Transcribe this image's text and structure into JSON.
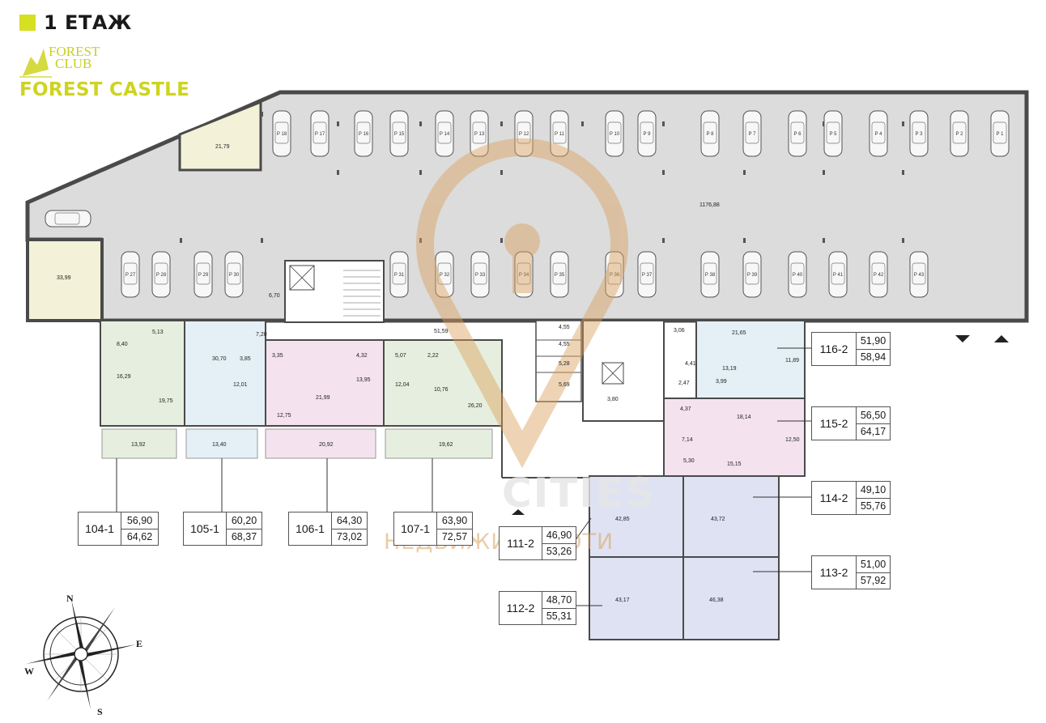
{
  "header": {
    "floor_title": "1 ЕТАЖ",
    "accent_color": "#d7df23"
  },
  "logo": {
    "line1": "FOREST",
    "line2": "CLUB",
    "brand": "FOREST CASTLE"
  },
  "parking": {
    "main_area": "1176,88",
    "corner_room_area": "21,79",
    "left_room_area": "33,99",
    "top_row_spots": [
      "Р 18",
      "Р 17",
      "Р 16",
      "Р 15",
      "Р 14",
      "Р 13",
      "Р 12",
      "Р 11",
      "Р 10",
      "Р 9",
      "Р 8",
      "Р 7",
      "Р 6",
      "Р 5",
      "Р 4",
      "Р 3",
      "Р 2",
      "Р 1"
    ],
    "bottom_row_spots": [
      "Р 27",
      "Р 28",
      "Р 29",
      "Р 30",
      "Р 31",
      "Р 32",
      "Р 33",
      "Р 34",
      "Р 35",
      "Р 36",
      "Р 37",
      "Р 38",
      "Р 39",
      "Р 40",
      "Р 41",
      "Р 42",
      "Р 43"
    ]
  },
  "room_areas": [
    "8,40",
    "5,13",
    "7,20",
    "51,59",
    "16,29",
    "19,75",
    "30,70",
    "3,85",
    "3,35",
    "4,32",
    "5,07",
    "2,22",
    "12,01",
    "12,75",
    "21,99",
    "13,95",
    "12,04",
    "10,76",
    "26,20",
    "13,92",
    "13,40",
    "20,92",
    "19,62",
    "6,70",
    "4,55",
    "4,55",
    "5,28",
    "5,69",
    "3,80",
    "3,06",
    "21,65",
    "11,89",
    "4,41",
    "13,19",
    "2,47",
    "3,99",
    "4,37",
    "18,14",
    "12,50",
    "7,14",
    "5,30",
    "15,15",
    "42,85",
    "43,72",
    "43,17",
    "46,38"
  ],
  "units": [
    {
      "id": "104-1",
      "area1": "56,90",
      "area2": "64,62"
    },
    {
      "id": "105-1",
      "area1": "60,20",
      "area2": "68,37"
    },
    {
      "id": "106-1",
      "area1": "64,30",
      "area2": "73,02"
    },
    {
      "id": "107-1",
      "area1": "63,90",
      "area2": "72,57"
    },
    {
      "id": "111-2",
      "area1": "46,90",
      "area2": "53,26"
    },
    {
      "id": "112-2",
      "area1": "48,70",
      "area2": "55,31"
    },
    {
      "id": "113-2",
      "area1": "51,00",
      "area2": "57,92"
    },
    {
      "id": "114-2",
      "area1": "49,10",
      "area2": "55,76"
    },
    {
      "id": "115-2",
      "area1": "56,50",
      "area2": "64,17"
    },
    {
      "id": "116-2",
      "area1": "51,90",
      "area2": "58,94"
    }
  ],
  "watermark": {
    "text": "НЕДВИЖИМИМОТИ",
    "brand": "CITIES"
  },
  "compass": {
    "n": "N",
    "e": "E",
    "s": "S",
    "w": "W"
  },
  "colors": {
    "parking": "#dcdcdc",
    "unit_green": "#e6efdf",
    "unit_blue": "#e4f0f6",
    "unit_pink": "#f4e3ef",
    "unit_purple": "#dfe2f2",
    "wall": "#4a4a4a"
  }
}
